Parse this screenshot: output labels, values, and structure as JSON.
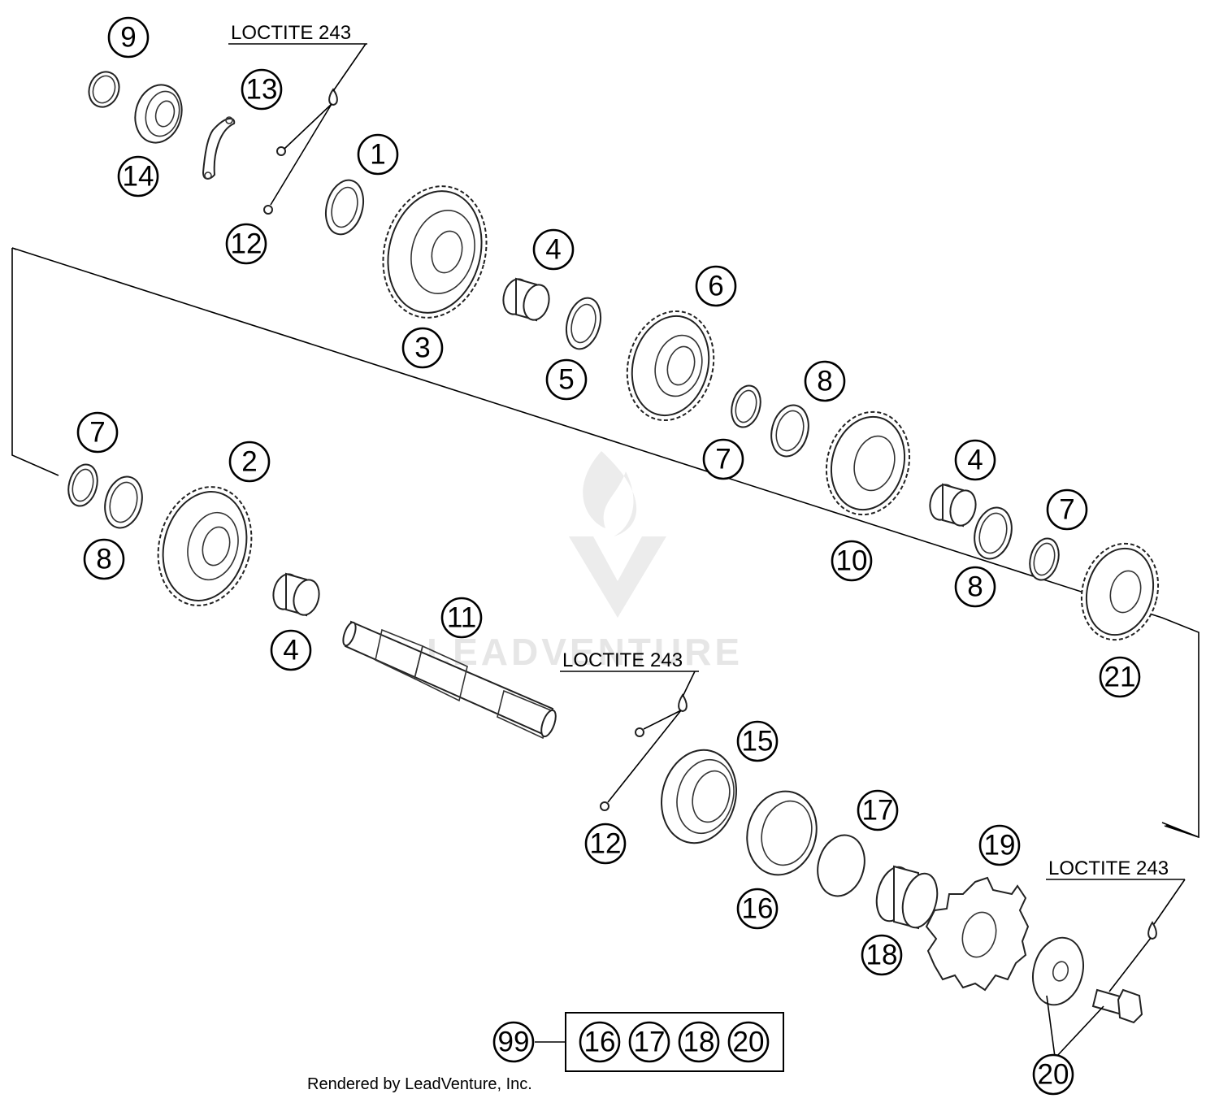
{
  "labels": {
    "loctite_top": "LOCTITE 243",
    "loctite_mid": "LOCTITE 243",
    "loctite_right": "LOCTITE 243",
    "watermark": "LEADVENTURE",
    "credit": "Rendered by LeadVenture, Inc."
  },
  "callouts": {
    "c1": "1",
    "c2": "2",
    "c3": "3",
    "c4a": "4",
    "c4b": "4",
    "c4c": "4",
    "c5": "5",
    "c6": "6",
    "c7a": "7",
    "c7b": "7",
    "c7c": "7",
    "c8a": "8",
    "c8b": "8",
    "c8c": "8",
    "c9": "9",
    "c10": "10",
    "c11": "11",
    "c12a": "12",
    "c12b": "12",
    "c13": "13",
    "c14": "14",
    "c15": "15",
    "c16": "16",
    "c17": "17",
    "c18": "18",
    "c19": "19",
    "c20": "20",
    "c21": "21",
    "c99": "99"
  },
  "kit": {
    "items": [
      "16",
      "17",
      "18",
      "20"
    ]
  }
}
